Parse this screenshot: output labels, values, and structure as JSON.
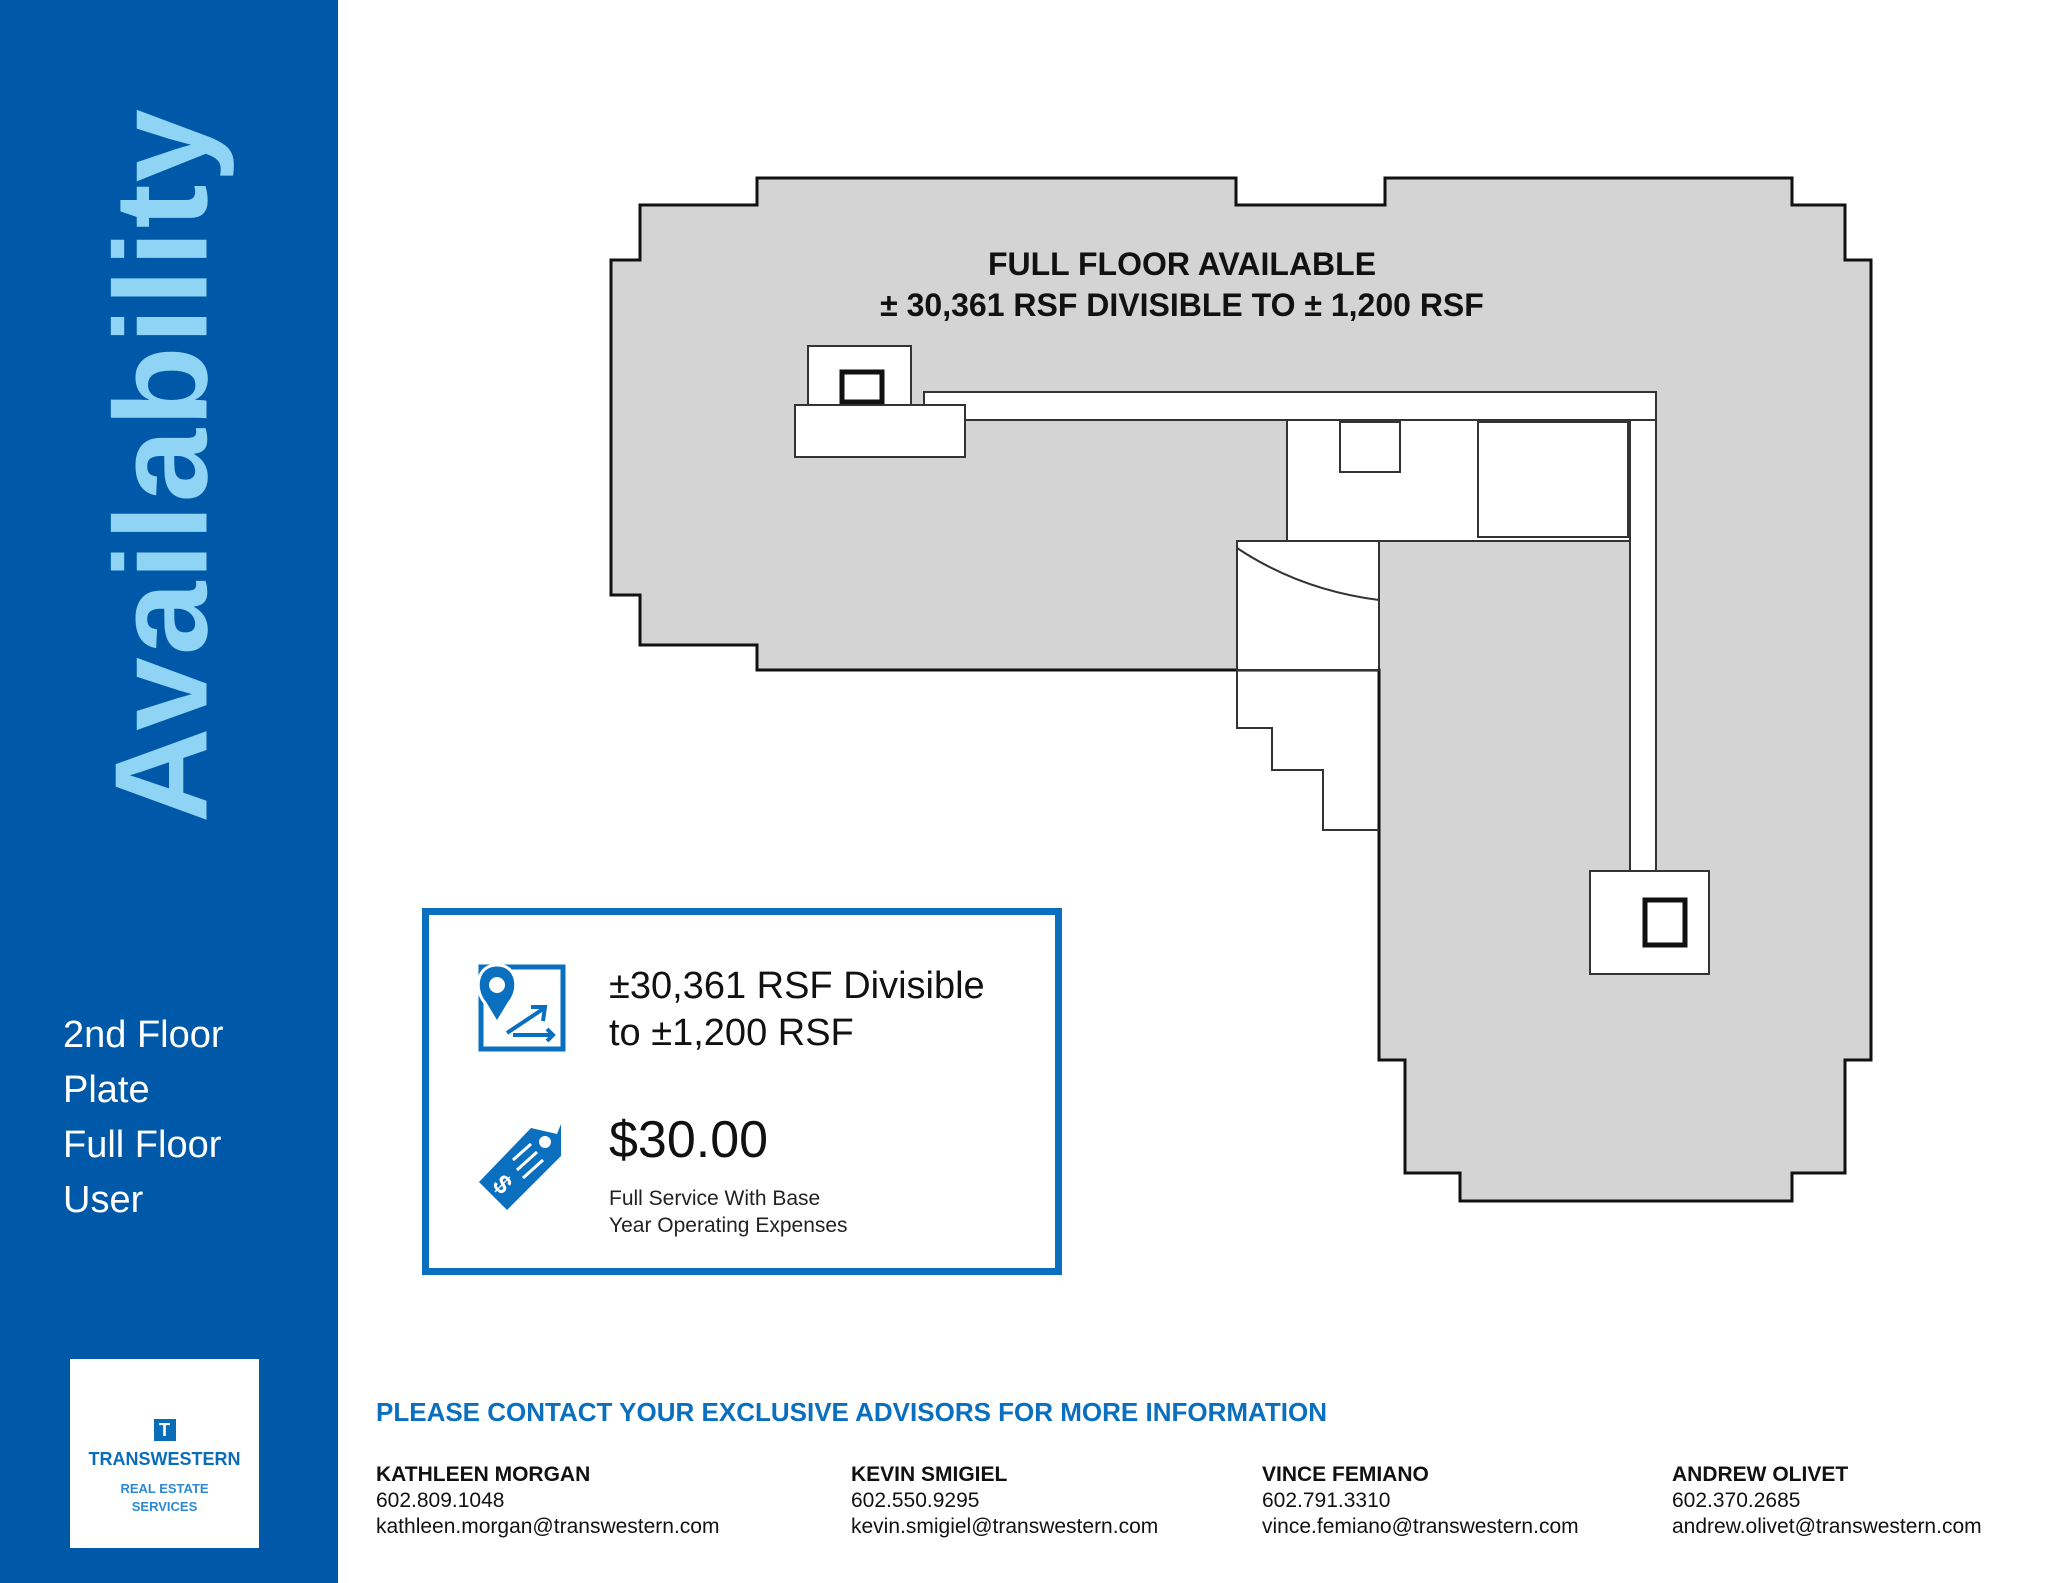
{
  "sidebar": {
    "title": "Availability",
    "lines": [
      "2nd Floor",
      "Plate",
      "Full Floor",
      "User"
    ],
    "logo": {
      "brand": "TRANSWESTERN",
      "sub1": "REAL ESTATE",
      "sub2": "SERVICES",
      "mark": "T"
    }
  },
  "floorplan": {
    "title_line1": "FULL FLOOR AVAILABLE",
    "title_line2": "± 30,361 RSF DIVISIBLE  TO  ±  1,200 RSF"
  },
  "infobox": {
    "size_line1": "±30,361 RSF Divisible",
    "size_line2": "to ±1,200 RSF",
    "size_icon": "map-pin-arrow-icon",
    "price": "$30.00",
    "price_icon": "price-tag-icon",
    "note_line1": "Full Service With Base",
    "note_line2": "Year Operating Expenses"
  },
  "contact": {
    "heading": "PLEASE CONTACT YOUR EXCLUSIVE ADVISORS FOR MORE INFORMATION",
    "advisors": [
      {
        "name": "KATHLEEN MORGAN",
        "phone": "602.809.1048",
        "email": "kathleen.morgan@transwestern.com"
      },
      {
        "name": "KEVIN SMIGIEL",
        "phone": "602.550.9295",
        "email": "kevin.smigiel@transwestern.com"
      },
      {
        "name": "VINCE FEMIANO",
        "phone": "602.791.3310",
        "email": "vince.femiano@transwestern.com"
      },
      {
        "name": "ANDREW OLIVET",
        "phone": "602.370.2685",
        "email": "andrew.olivet@transwestern.com"
      }
    ]
  },
  "colors": {
    "sidebar": "#0059a8",
    "title": "#8fd3f5",
    "accent": "#0a6fbf",
    "floor": "#d4d4d4"
  }
}
